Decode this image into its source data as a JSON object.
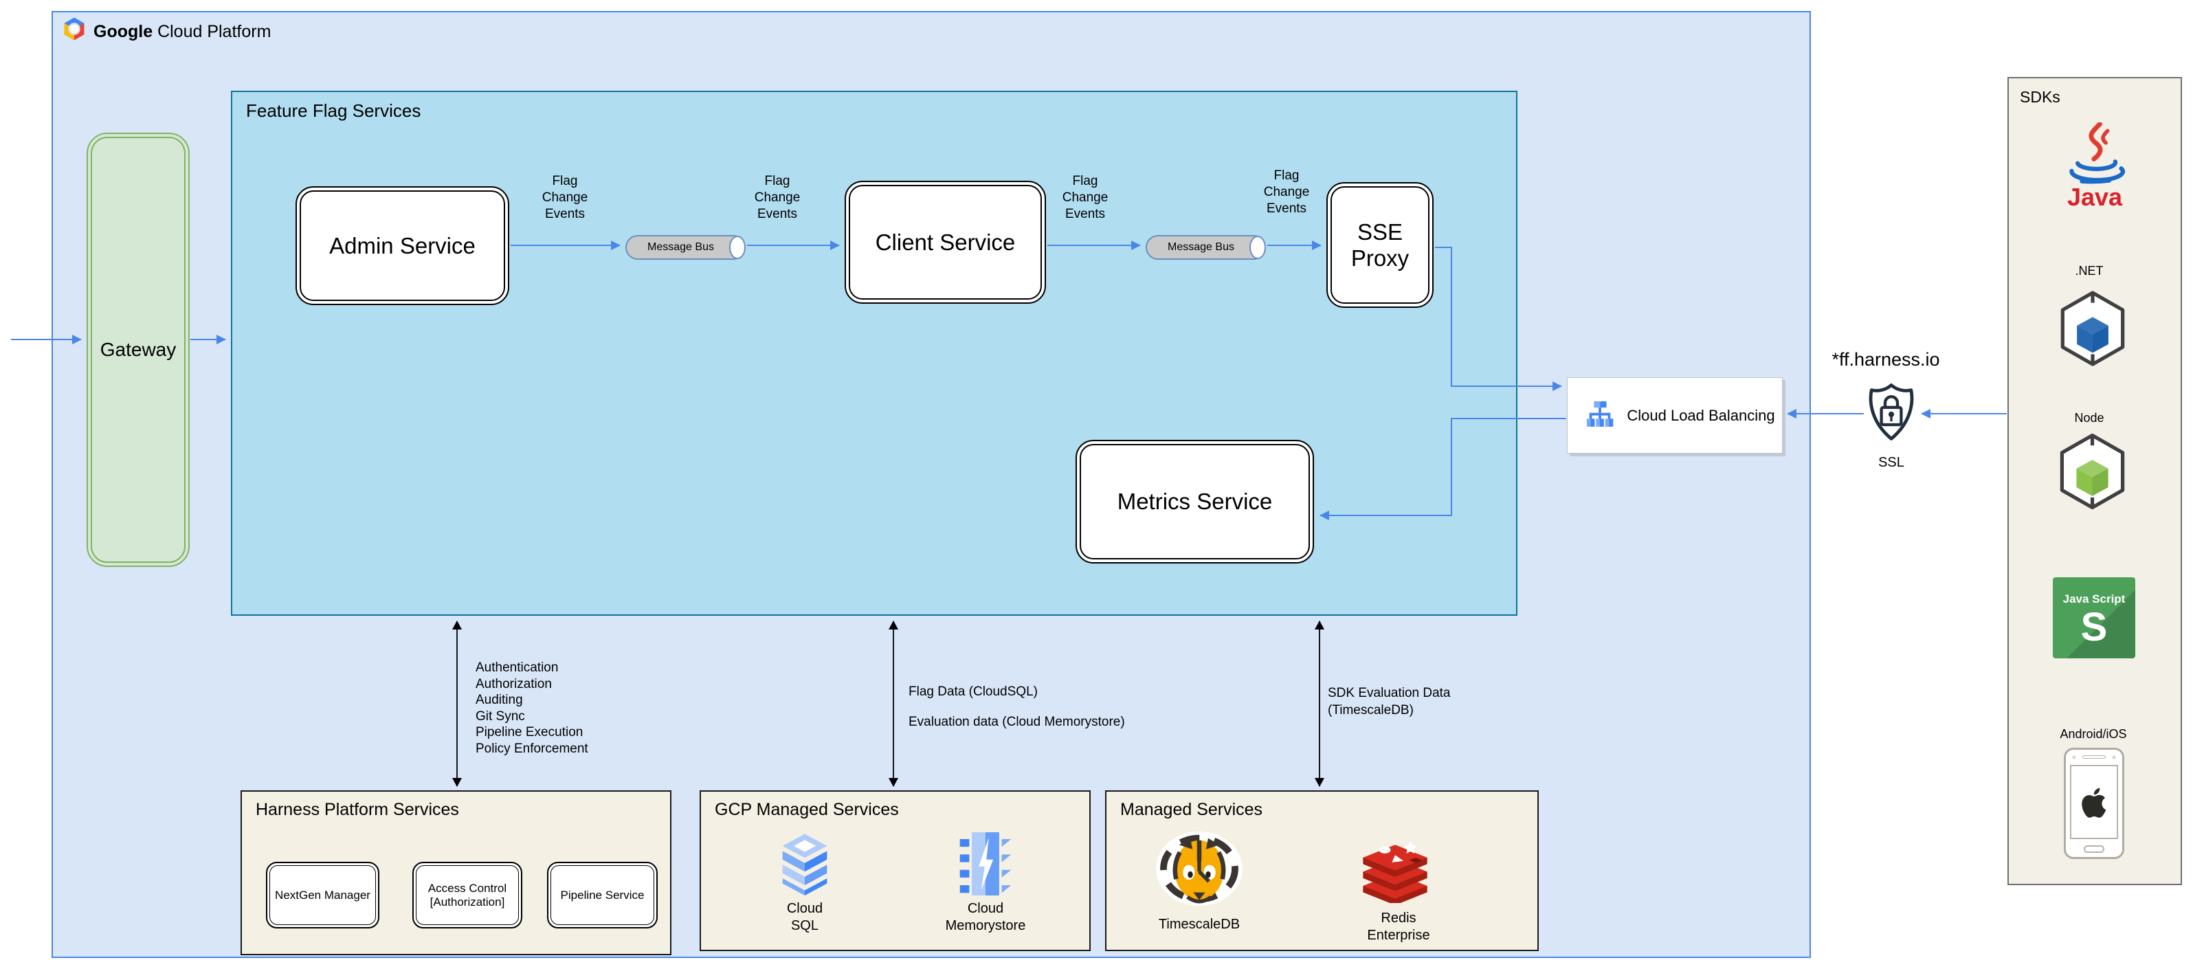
{
  "header": {
    "brand": "Google",
    "suffix": "Cloud Platform"
  },
  "gateway": {
    "label": "Gateway"
  },
  "ffs": {
    "title": "Feature Flag Services",
    "admin": "Admin Service",
    "client": "Client Service",
    "sse": "SSE Proxy",
    "metrics": "Metrics Service",
    "bus": "Message Bus",
    "flag_events": "Flag\nChange\nEvents"
  },
  "clb": {
    "label": "Cloud Load Balancing"
  },
  "external": {
    "domain": "*ff.harness.io",
    "ssl": "SSL"
  },
  "edge_labels": {
    "auth": "Authentication\nAuthorization\nAuditing\nGit Sync\nPipeline Execution\nPolicy Enforcement",
    "flag_data": "Flag Data (CloudSQL)",
    "eval_data": "Evaluation data (Cloud Memorystore)",
    "sdk_eval": "SDK Evaluation Data\n(TimescaleDB)"
  },
  "harness": {
    "title": "Harness Platform Services",
    "boxes": [
      "NextGen Manager",
      "Access Control\n[Authorization]",
      "Pipeline Service"
    ]
  },
  "gcp_managed": {
    "title": "GCP Managed Services",
    "sql": "Cloud\nSQL",
    "memorystore": "Cloud\nMemorystore"
  },
  "managed": {
    "title": "Managed Services",
    "timescale": "TimescaleDB",
    "redis": "Redis\nEnterprise"
  },
  "sdks": {
    "title": "SDKs",
    "java": "Java",
    "dotnet": ".NET",
    "node": "Node",
    "js_title": "Java Script",
    "js_letter": "S",
    "mobile": "Android/iOS"
  },
  "colors": {
    "gcp_fill": "#d9e6f8",
    "gcp_stroke": "#4a86e8",
    "ffs_fill": "#b1ddf0",
    "ffs_stroke": "#10739e",
    "gateway_fill": "#d5e8d4",
    "gateway_stroke": "#82b366",
    "arrow_blue": "#4a86e8",
    "arrow_black": "#000000",
    "panel_cream": "#f4f0e4"
  }
}
